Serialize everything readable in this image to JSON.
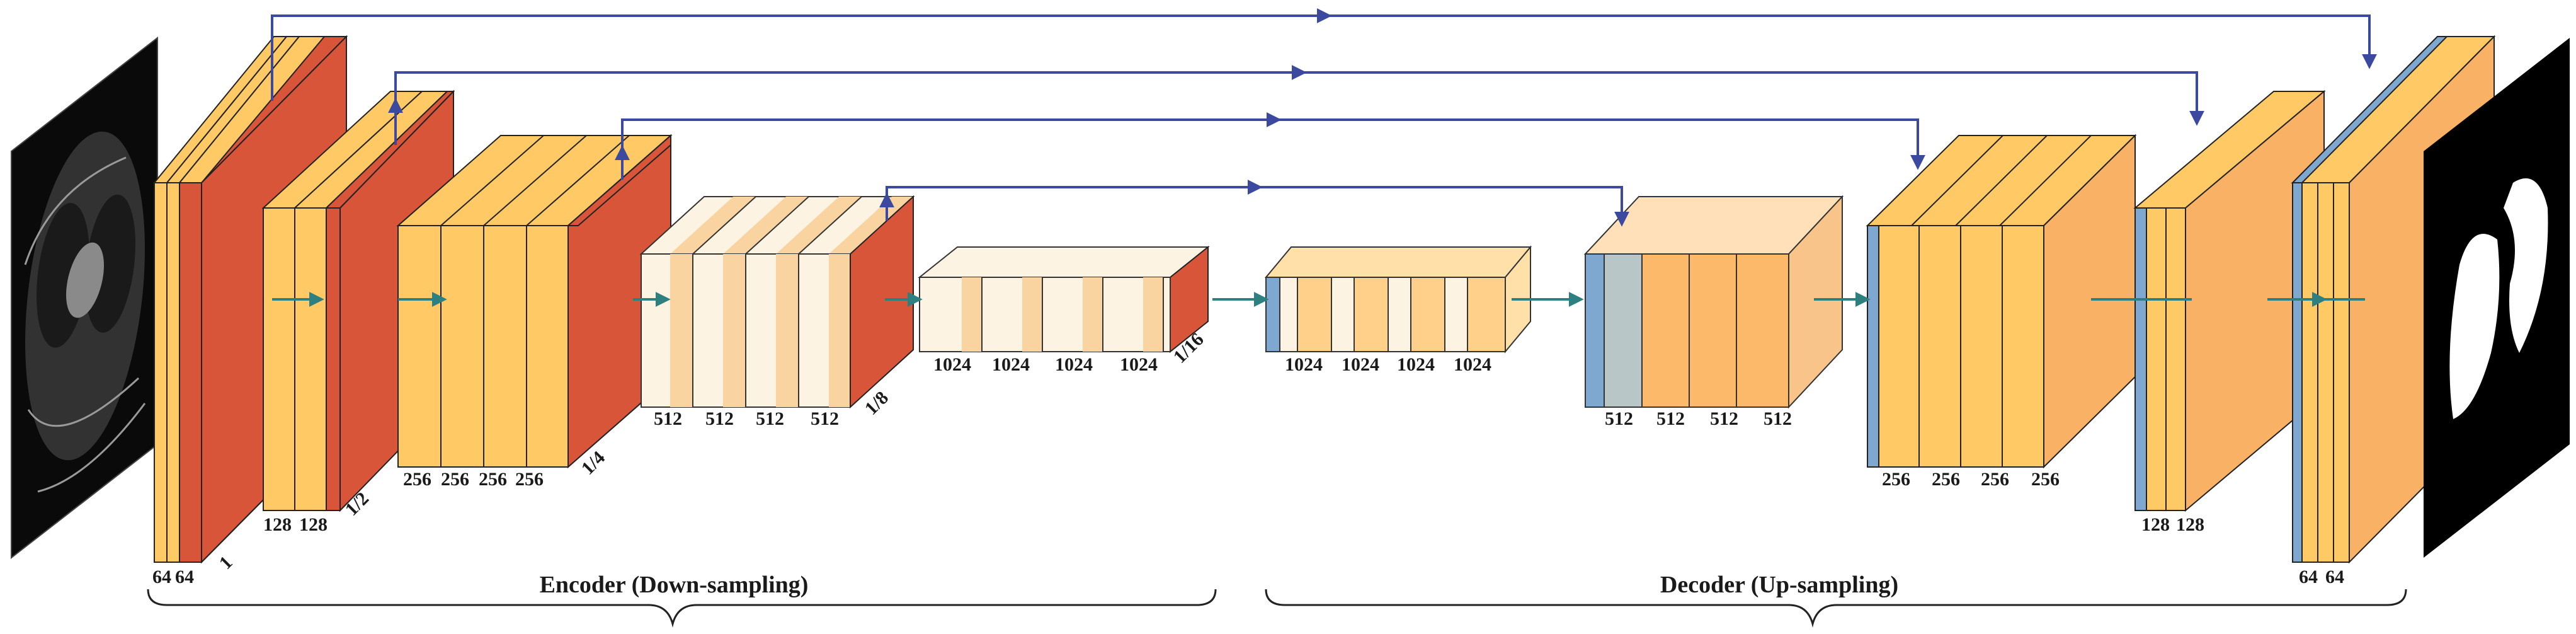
{
  "sections": {
    "encoder": "Encoder (Down-sampling)",
    "decoder": "Decoder (Up-sampling)"
  },
  "channels": {
    "enc1": [
      "64",
      "64"
    ],
    "enc2": [
      "128",
      "128"
    ],
    "enc3": [
      "256",
      "256",
      "256",
      "256"
    ],
    "enc4": [
      "512",
      "512",
      "512",
      "512"
    ],
    "bottleneck_a": [
      "1024",
      "1024",
      "1024",
      "1024"
    ],
    "bottleneck_b": [
      "1024",
      "1024",
      "1024",
      "1024"
    ],
    "dec4": [
      "512",
      "512",
      "512",
      "512"
    ],
    "dec3": [
      "256",
      "256",
      "256",
      "256"
    ],
    "dec2": [
      "128",
      "128"
    ],
    "dec1": [
      "64",
      "64"
    ]
  },
  "scales": {
    "s1": "1",
    "s2": "1/2",
    "s3": "1/4",
    "s4": "1/8",
    "s5": "1/16"
  },
  "colors": {
    "conv": "#FFC966",
    "pool": "#D9553A",
    "dropout": "#FDF3E3",
    "upconv": "#F9B166",
    "concat": "#7FA8D1",
    "skip_arrow": "#3B4A9E",
    "flow_arrow": "#2E8080"
  }
}
